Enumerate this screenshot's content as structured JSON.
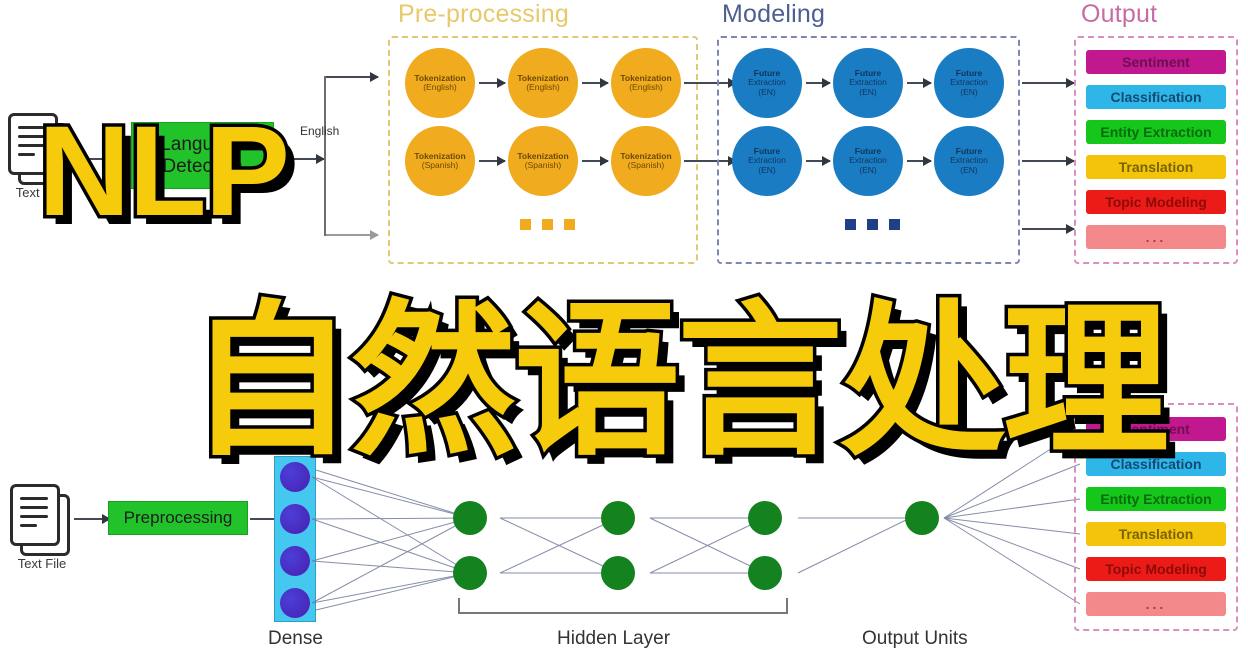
{
  "overlay": {
    "title_latin": "NLP",
    "title_chinese": "自然语言处理",
    "title_color": "#f5cb0b",
    "title_outline_color": "#000000"
  },
  "top_diagram": {
    "input": {
      "doc_label": "Text File",
      "language_detection_label": "Language\nDetection",
      "language_detection_color": "#22c32a",
      "branch_label_english": "English"
    },
    "sections": [
      {
        "name": "preprocessing",
        "title": "Pre-processing",
        "title_color": "#e8c96a",
        "border_color": "#e0c874"
      },
      {
        "name": "modeling",
        "title": "Modeling",
        "title_color": "#4d5f8f",
        "border_color": "#7e86b5"
      },
      {
        "name": "output",
        "title": "Output",
        "title_color": "#c76ba5",
        "border_color": "#d98fc0"
      }
    ],
    "preprocessing": {
      "rows": [
        {
          "language": "English",
          "nodes": [
            {
              "line1": "Tokenization",
              "line2": "(English)"
            },
            {
              "line1": "Tokenization",
              "line2": "(English)"
            },
            {
              "line1": "Tokenization",
              "line2": "(English)"
            }
          ]
        },
        {
          "language": "Spanish",
          "nodes": [
            {
              "line1": "Tokenization",
              "line2": "(Spanish)"
            },
            {
              "line1": "Tokenization",
              "line2": "(Spanish)"
            },
            {
              "line1": "Tokenization",
              "line2": "(Spanish)"
            }
          ]
        }
      ],
      "node_color": "#f0ab1e",
      "node_text_color": "#6b4a05",
      "ellipsis_color": "#f0ab1e"
    },
    "modeling": {
      "rows": [
        {
          "nodes": [
            {
              "line1": "Future",
              "line2": "Extraction",
              "line3": "(EN)"
            },
            {
              "line1": "Future",
              "line2": "Extraction",
              "line3": "(EN)"
            },
            {
              "line1": "Future",
              "line2": "Extraction",
              "line3": "(EN)"
            }
          ]
        },
        {
          "nodes": [
            {
              "line1": "Future",
              "line2": "Extraction",
              "line3": "(EN)"
            },
            {
              "line1": "Future",
              "line2": "Extraction",
              "line3": "(EN)"
            },
            {
              "line1": "Future",
              "line2": "Extraction",
              "line3": "(EN)"
            }
          ]
        }
      ],
      "node_color": "#1a7dc4",
      "node_text_color": "#10355c",
      "ellipsis_color": "#1f3f86"
    },
    "output": {
      "items": [
        {
          "label": "Sentiment",
          "bg": "#c2188f",
          "fg": "#6d1053"
        },
        {
          "label": "Classification",
          "bg": "#2fb6e8",
          "fg": "#134a73"
        },
        {
          "label": "Entity Extraction",
          "bg": "#14c71a",
          "fg": "#0a6b0e"
        },
        {
          "label": "Translation",
          "bg": "#f3c40b",
          "fg": "#7a6304"
        },
        {
          "label": "Topic Modeling",
          "bg": "#ed1b17",
          "fg": "#8c0b09"
        },
        {
          "label": "...",
          "bg": "#f4898c",
          "fg": "#b03b3e"
        }
      ]
    }
  },
  "bottom_diagram": {
    "input": {
      "doc_label": "Text File",
      "preprocessing_label": "Preprocessing",
      "preprocessing_color": "#22c32a"
    },
    "layers": [
      {
        "name": "dense",
        "label": "Dense",
        "node_count": 4,
        "column_color": "#44c8f0",
        "node_color": "#4a2fc4"
      },
      {
        "name": "hidden",
        "label": "Hidden Layer",
        "columns": 3,
        "nodes_per_column": 2,
        "node_color": "#13821f"
      },
      {
        "name": "output-units",
        "label": "Output Units",
        "node_count": 1,
        "node_color": "#13821f"
      }
    ],
    "output": {
      "items": [
        {
          "label": "Sentiment",
          "bg": "#c2188f",
          "fg": "#6d1053"
        },
        {
          "label": "Classification",
          "bg": "#2fb6e8",
          "fg": "#134a73"
        },
        {
          "label": "Entity Extraction",
          "bg": "#14c71a",
          "fg": "#0a6b0e"
        },
        {
          "label": "Translation",
          "bg": "#f3c40b",
          "fg": "#7a6304"
        },
        {
          "label": "Topic Modeling",
          "bg": "#ed1b17",
          "fg": "#8c0b09"
        },
        {
          "label": "...",
          "bg": "#f4898c",
          "fg": "#b03b3e"
        }
      ]
    }
  }
}
